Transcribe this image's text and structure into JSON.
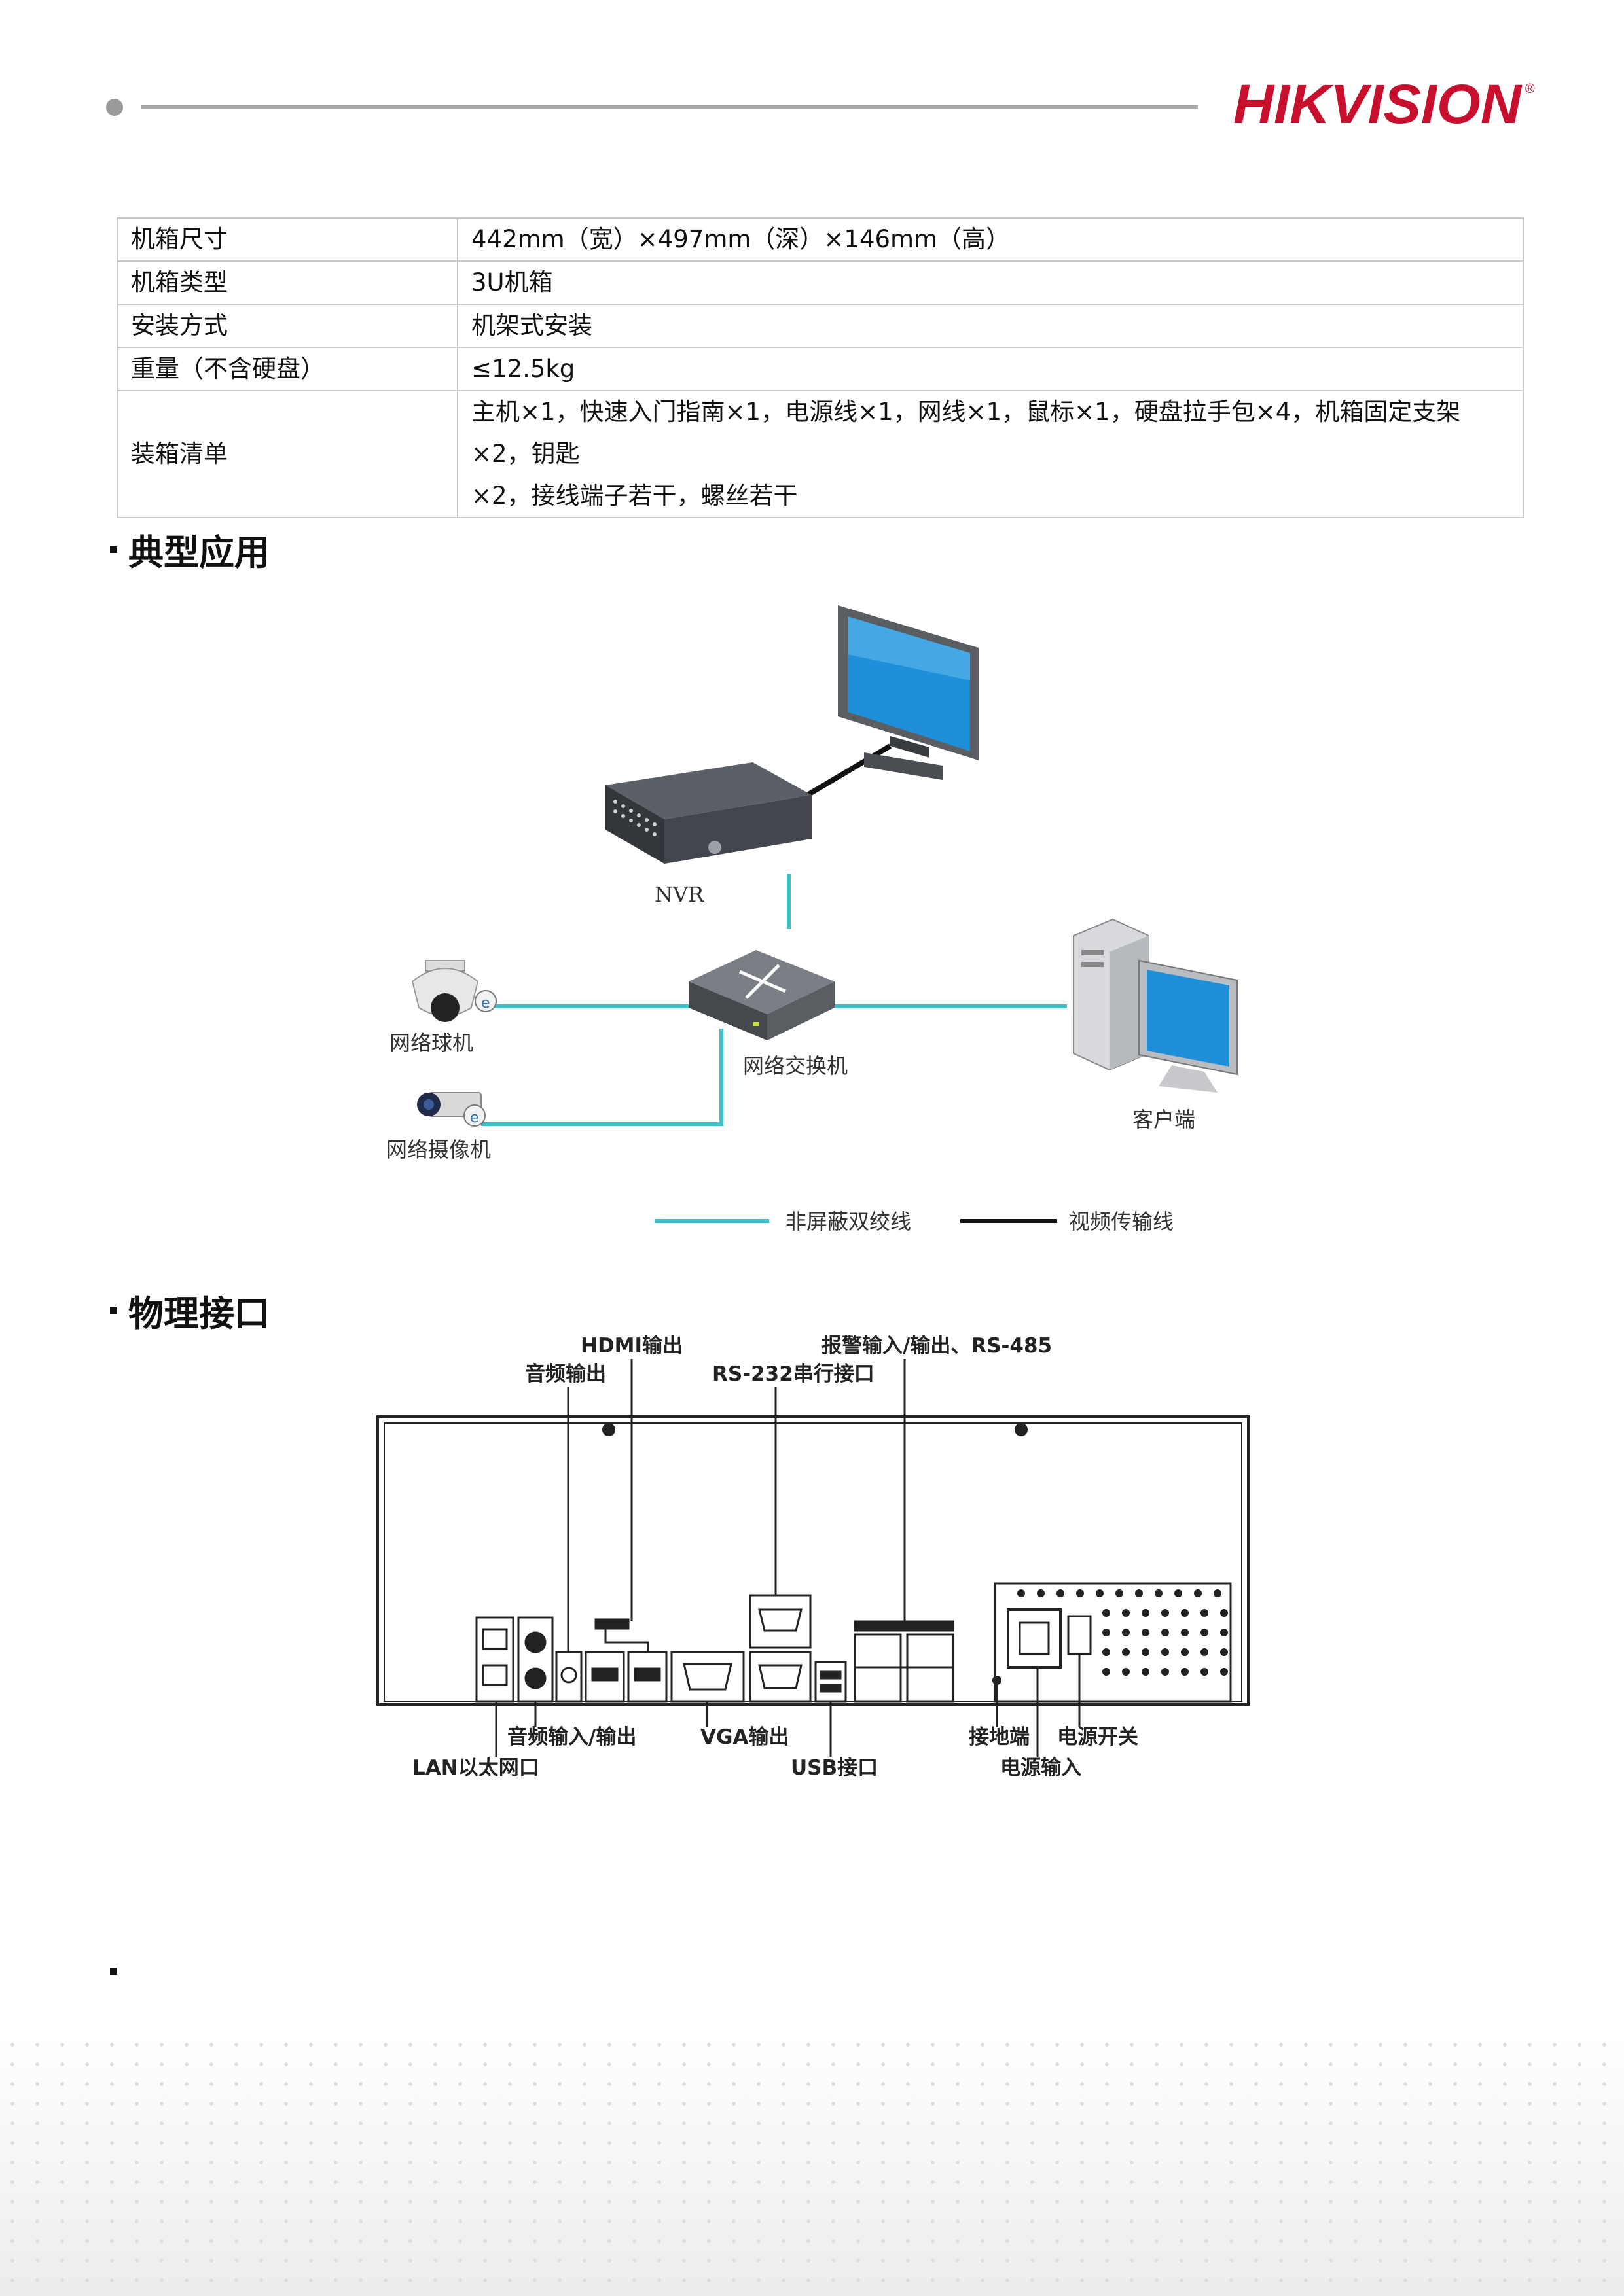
{
  "brand": {
    "name": "HIKVISION",
    "reg": "®",
    "color": "#c8102e"
  },
  "spec_rows": [
    {
      "key": "机箱尺寸",
      "value": "442mm（宽）×497mm（深）×146mm（高）"
    },
    {
      "key": "机箱类型",
      "value": "3U机箱"
    },
    {
      "key": "安装方式",
      "value": "机架式安装"
    },
    {
      "key": "重量（不含硬盘）",
      "value": "≤12.5kg"
    },
    {
      "key": "装箱清单",
      "value_line1": "主机×1，快速入门指南×1，电源线×1，网线×1，鼠标×1，硬盘拉手包×4，机箱固定支架×2，钥匙",
      "value_line2": "×2，接线端子若干，螺丝若干"
    }
  ],
  "sections": {
    "typical_app": "典型应用",
    "physical_interface": "物理接口"
  },
  "topology": {
    "nvr": "NVR",
    "dome_camera": "网络球机",
    "switch": "网络交换机",
    "bullet_camera": "网络摄像机",
    "client": "客户端",
    "legend": {
      "utp": "非屏蔽双绞线",
      "video": "视频传输线"
    },
    "colors": {
      "utp": "#40c0c8",
      "video": "#111111",
      "screen": "#1e8fd8"
    }
  },
  "panel": {
    "hdmi_out": "HDMI输出",
    "alarm_io_rs485": "报警输入/输出、RS-485",
    "audio_out": "音频输出",
    "rs232": "RS-232串行接口",
    "audio_io": "音频输入/输出",
    "vga_out": "VGA输出",
    "lan": "LAN以太网口",
    "usb": "USB接口",
    "ground": "接地端",
    "power_switch": "电源开关",
    "power_in": "电源输入"
  }
}
